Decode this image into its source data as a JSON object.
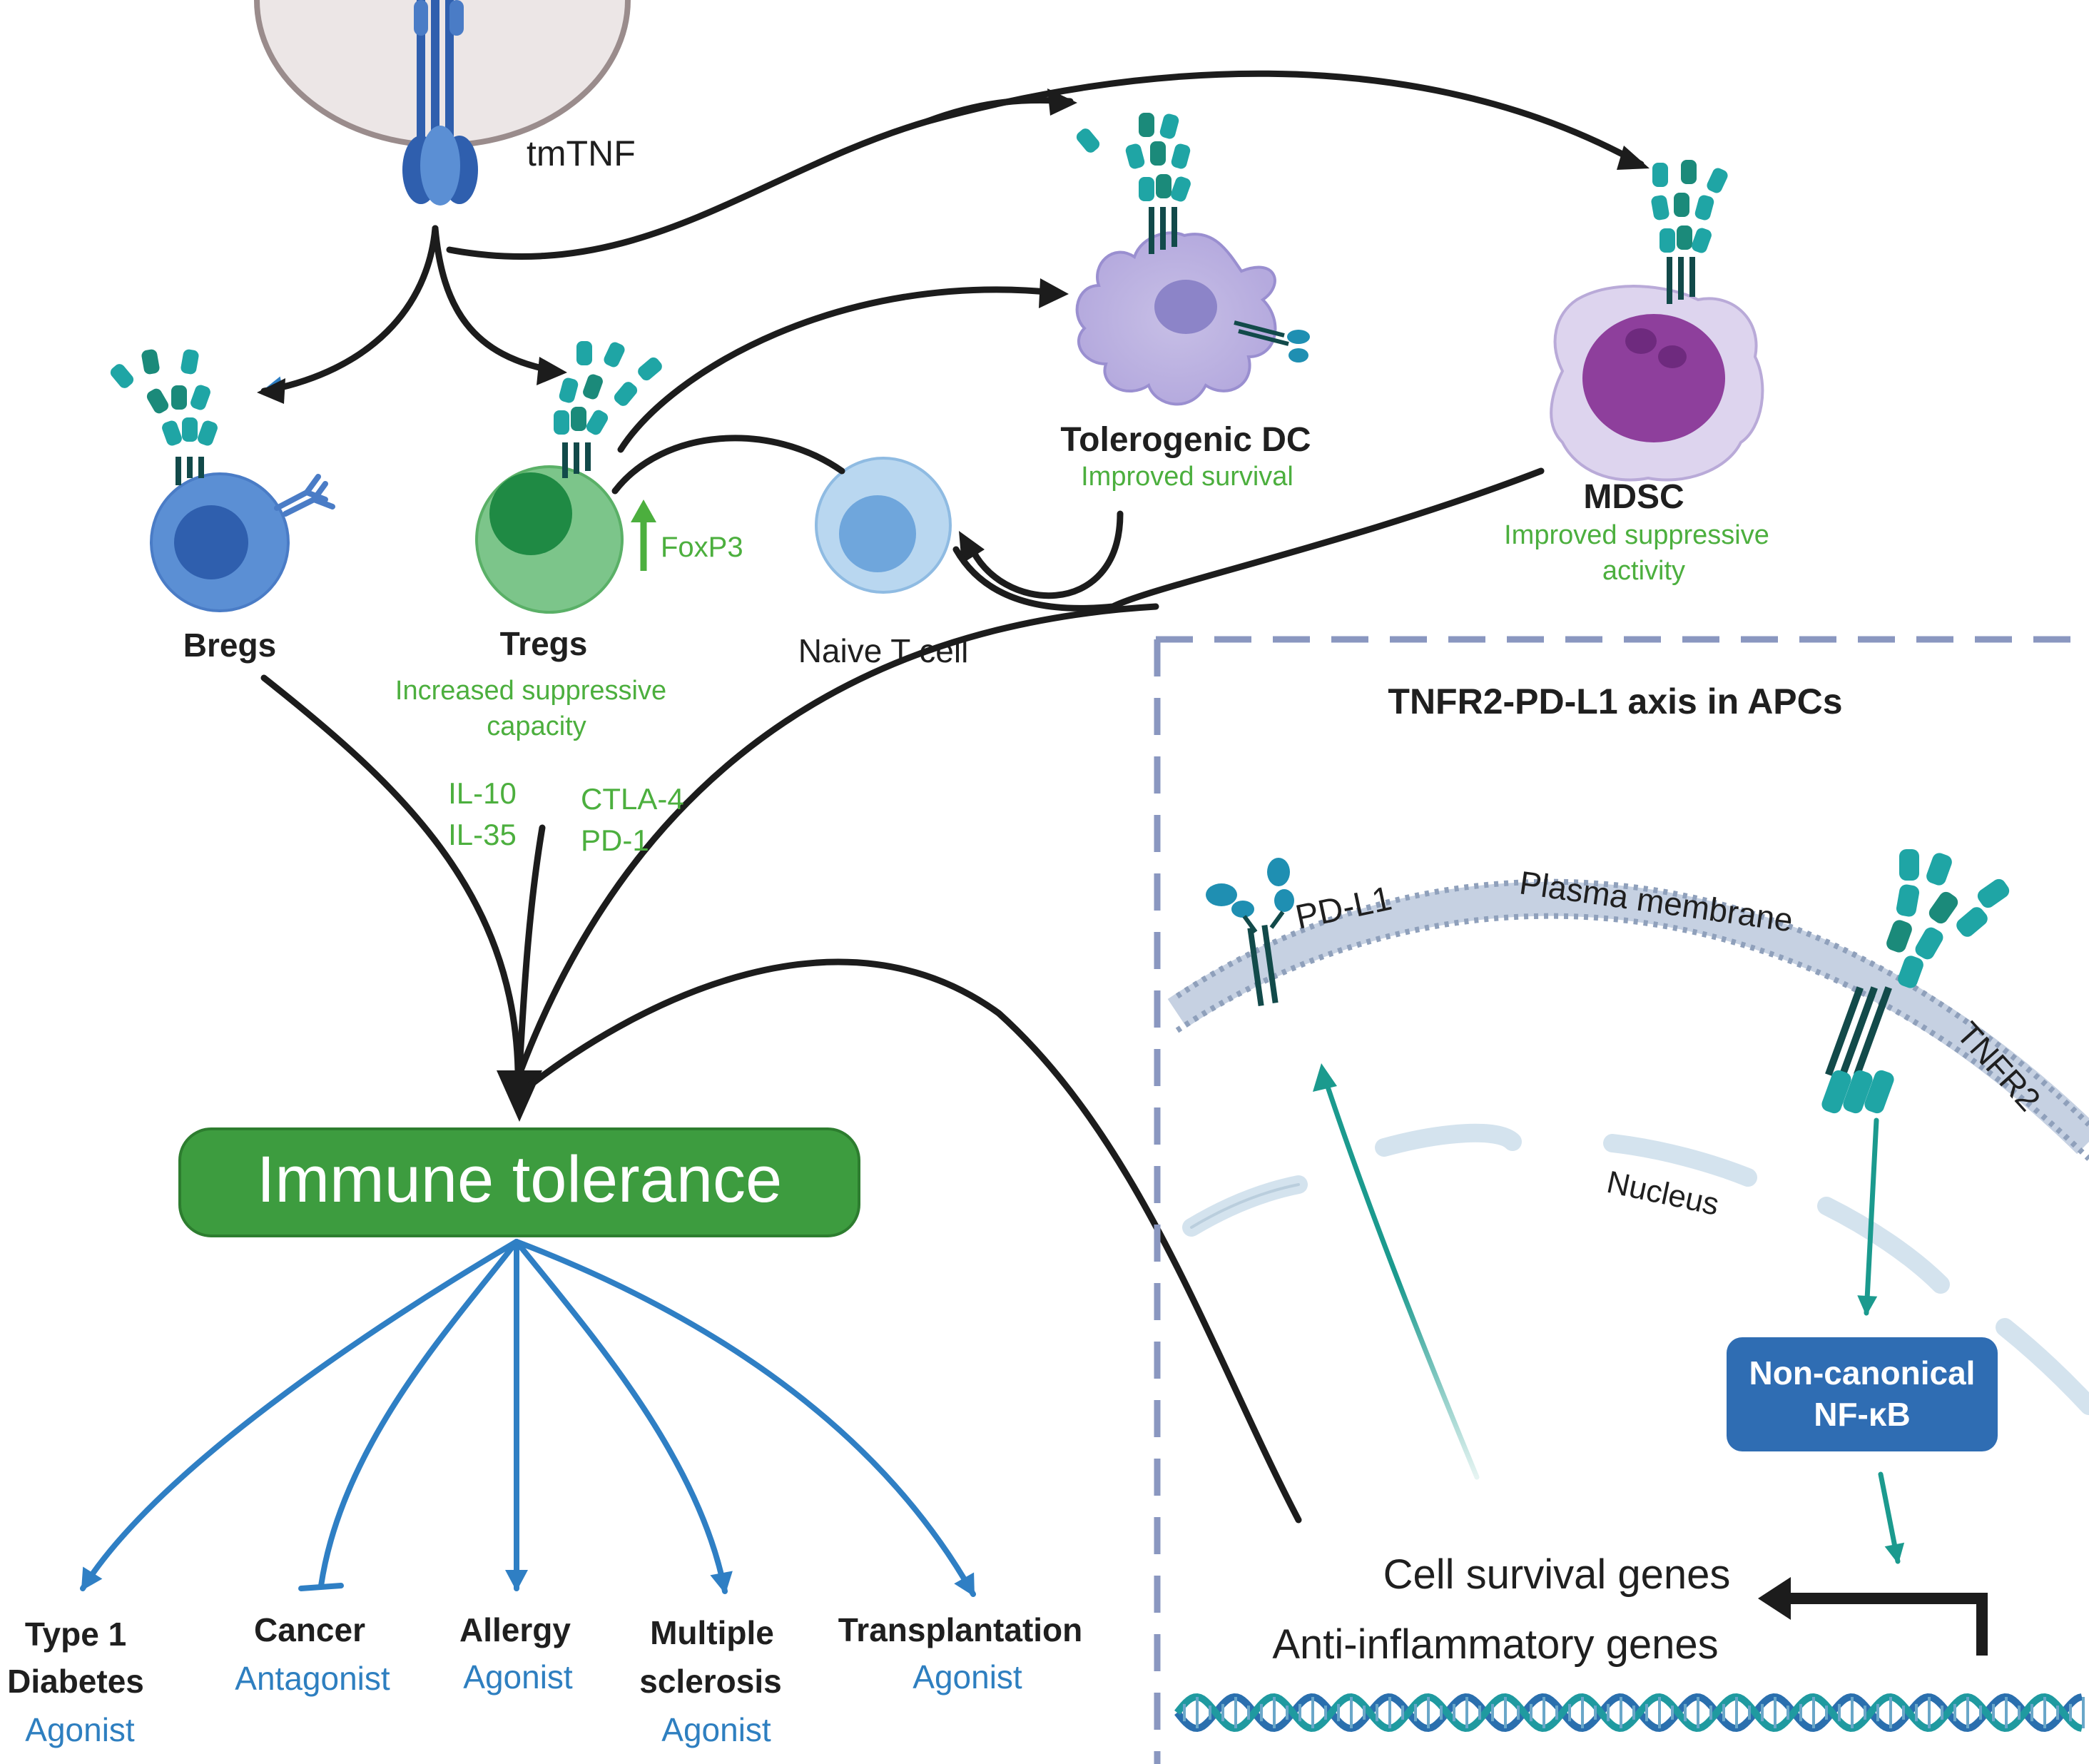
{
  "tmtnf_label": "tmTNF",
  "cells": {
    "bregs": "Bregs",
    "tregs": "Tregs",
    "tregs_note_1": "Increased suppressive",
    "tregs_note_2": "capacity",
    "foxp3": "FoxP3",
    "naive": "Naive T cell",
    "dc": "Tolerogenic DC",
    "dc_note": "Improved survival",
    "mdsc": "MDSC",
    "mdsc_note_1": "Improved suppressive",
    "mdsc_note_2": "activity"
  },
  "mediators": {
    "il10": "IL-10",
    "il35": "IL-35",
    "ctla4": "CTLA-4",
    "pd1": "PD-1"
  },
  "tolerance_label": "Immune tolerance",
  "diseases": [
    {
      "name_1": "Type 1",
      "name_2": "Diabetes",
      "therapy": "Agonist"
    },
    {
      "name_1": "Cancer",
      "name_2": "",
      "therapy": "Antagonist"
    },
    {
      "name_1": "Allergy",
      "name_2": "",
      "therapy": "Agonist"
    },
    {
      "name_1": "Multiple",
      "name_2": "sclerosis",
      "therapy": "Agonist"
    },
    {
      "name_1": "Transplantation",
      "name_2": "",
      "therapy": "Agonist"
    }
  ],
  "panel": {
    "title": "TNFR2-PD-L1 axis in APCs",
    "pdl1": "PD-L1",
    "membrane": "Plasma membrane",
    "tnfr2": "TNFR2",
    "nucleus": "Nucleus",
    "nfkb_1": "Non-canonical",
    "nfkb_2": "NF-κB",
    "genes_1": "Cell survival genes",
    "genes_2": "Anti-inflammatory genes"
  },
  "colors": {
    "green_text": "#4caf3e",
    "blue_text": "#2e7fc0",
    "tolerance_fill": "#3d9c3f",
    "nfkb_fill": "#2f6db3",
    "panel_border": "#8a97c0"
  }
}
